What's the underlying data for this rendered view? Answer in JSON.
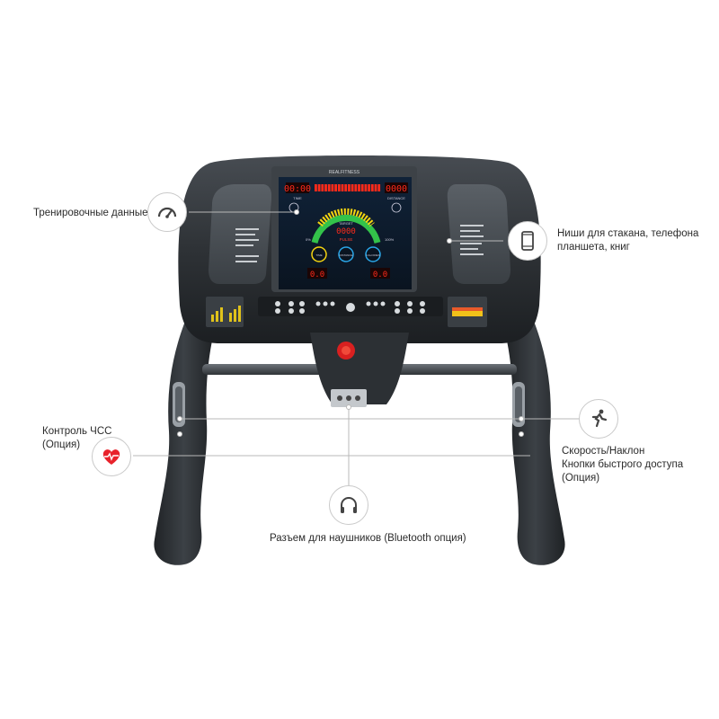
{
  "brand": {
    "logo_text": "REALFITNESS"
  },
  "console": {
    "time_label": "TIME",
    "distance_label": "DISTANCE",
    "time_value": "00:00",
    "distance_value": "0000",
    "target_label": "TARGET",
    "target_value": "0000",
    "pulse_label": "PULSE",
    "min_label": "0%",
    "max_label": "100%",
    "gauge_labels": [
      "TIME",
      "DISTANCE",
      "CALORIES"
    ],
    "speed_value": "0.0",
    "incline_value": "0.0"
  },
  "callouts": {
    "training": {
      "label": "Тренировочные данные",
      "icon": "speedometer-icon"
    },
    "holders": {
      "lines": [
        "Ниши для стакана, телефона",
        "планшета, книг"
      ],
      "icon": "smartphone-icon"
    },
    "hr": {
      "lines": [
        "Контроль ЧСС",
        "(Опция)"
      ],
      "icon": "heart-pulse-icon",
      "icon_color": "#e8222b"
    },
    "speed": {
      "lines": [
        "Скорость/Наклон",
        "Кнопки быстрого доступа",
        "(Опция)"
      ],
      "icon": "running-man-icon"
    },
    "headphones": {
      "label": "Разъем для наушников (Bluetooth опция)",
      "icon": "headphones-icon"
    }
  },
  "colors": {
    "frame": "#2e3236",
    "screen_bg": "#0e1a2a",
    "led_red": "#ff2a1a",
    "gauge_yellow": "#f5d410",
    "gauge_green": "#33c24a",
    "accent_red": "#d92020"
  }
}
